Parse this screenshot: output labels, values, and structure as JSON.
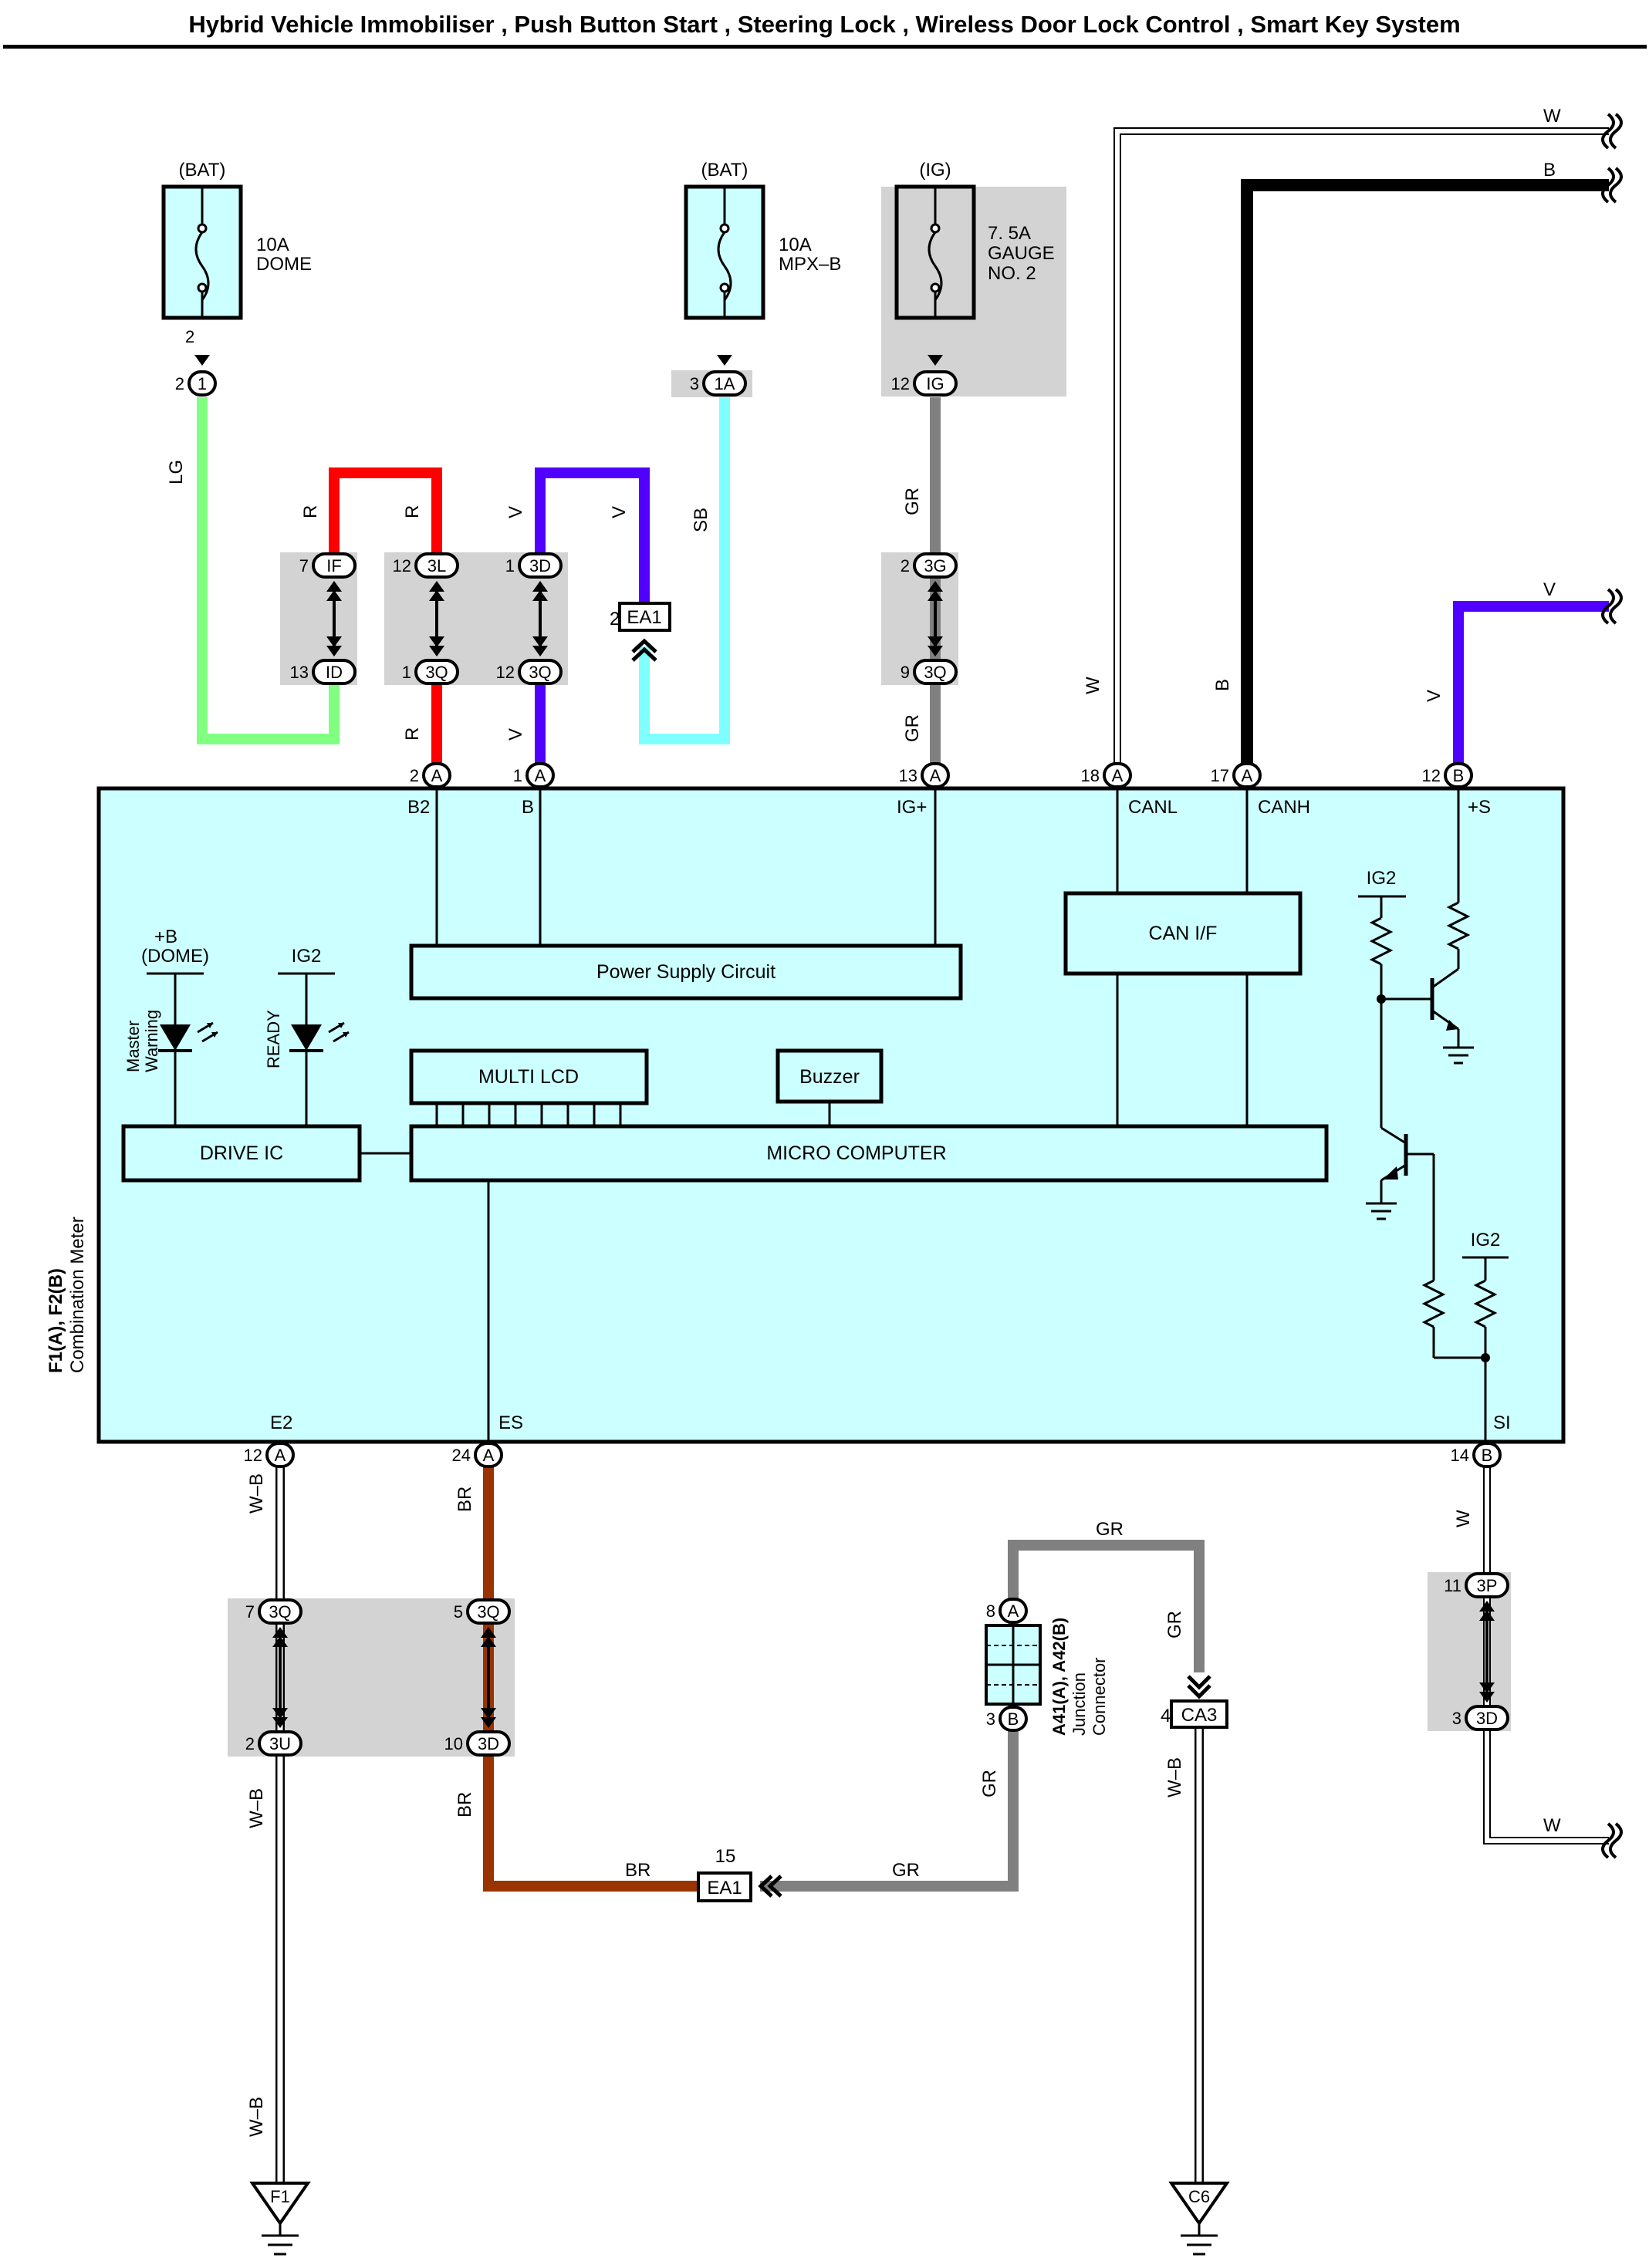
{
  "title": "Hybrid Vehicle Immobiliser , Push Button Start , Steering Lock , Wireless Door Lock Control , Smart Key System",
  "colors": {
    "meter_fill": "#ccffff",
    "shade": "#d3d3d3",
    "LG": "#80ff80",
    "R": "#ff0000",
    "V": "#5000ff",
    "SB": "#80ffff",
    "GR": "#808080",
    "BR": "#993300",
    "B": "#000000",
    "W": "#ffffff"
  },
  "fuses": [
    {
      "supply": "(BAT)",
      "line1": "10A",
      "line2": "DOME",
      "line3": ""
    },
    {
      "supply": "(BAT)",
      "line1": "10A",
      "line2": "MPX–B",
      "line3": ""
    },
    {
      "supply": "(IG)",
      "line1": "7. 5A",
      "line2": "GAUGE",
      "line3": "NO. 2"
    }
  ],
  "connectors": {
    "c1": {
      "pin": "2",
      "name": "1"
    },
    "c1a": {
      "pin": "3",
      "name": "1A"
    },
    "cig": {
      "pin": "12",
      "name": "IG"
    },
    "c1f": {
      "pin": "7",
      "name": "IF"
    },
    "c1d": {
      "pin": "13",
      "name": "ID"
    },
    "c3l": {
      "pin": "12",
      "name": "3L"
    },
    "c3q1": {
      "pin": "1",
      "name": "3Q"
    },
    "c3d": {
      "pin": "1",
      "name": "3D"
    },
    "c3q12": {
      "pin": "12",
      "name": "3Q"
    },
    "cea1top": {
      "pin": "2",
      "name": "EA1"
    },
    "c3g": {
      "pin": "2",
      "name": "3G"
    },
    "c3q9": {
      "pin": "9",
      "name": "3Q"
    },
    "mA2": {
      "pin": "2",
      "name": "A"
    },
    "mA1": {
      "pin": "1",
      "name": "A"
    },
    "mA13": {
      "pin": "13",
      "name": "A"
    },
    "mA18": {
      "pin": "18",
      "name": "A"
    },
    "mA17": {
      "pin": "17",
      "name": "A"
    },
    "mB12": {
      "pin": "12",
      "name": "B"
    },
    "mA12": {
      "pin": "12",
      "name": "A"
    },
    "mA24": {
      "pin": "24",
      "name": "A"
    },
    "mB14": {
      "pin": "14",
      "name": "B"
    },
    "c3q7": {
      "pin": "7",
      "name": "3Q"
    },
    "c3u": {
      "pin": "2",
      "name": "3U"
    },
    "c3q5": {
      "pin": "5",
      "name": "3Q"
    },
    "c3d10": {
      "pin": "10",
      "name": "3D"
    },
    "c3p": {
      "pin": "11",
      "name": "3P"
    },
    "c3d3": {
      "pin": "3",
      "name": "3D"
    },
    "cea1bot": {
      "pin": "15",
      "name": "EA1"
    },
    "ja8": {
      "pin": "8",
      "name": "A"
    },
    "jb3": {
      "pin": "3",
      "name": "B"
    },
    "cca3": {
      "pin": "4",
      "name": "CA3"
    }
  },
  "wire_labels": {
    "lg": "LG",
    "r": "R",
    "v": "V",
    "sb": "SB",
    "gr": "GR",
    "w": "W",
    "b": "B",
    "wb": "W–B",
    "br": "BR"
  },
  "meter": {
    "name_line1": "F1(A), F2(B)",
    "name_line2": "Combination Meter",
    "pins_top": [
      "B2",
      "B",
      "IG+",
      "CANL",
      "CANH",
      "+S"
    ],
    "pins_bottom": [
      "E2",
      "ES",
      "SI"
    ],
    "power_supply": "Power Supply Circuit",
    "can_if": "CAN I/F",
    "multi_lcd": "MULTI LCD",
    "buzzer": "Buzzer",
    "drive_ic": "DRIVE IC",
    "micro_computer": "MICRO COMPUTER",
    "plus_b": "+B",
    "dome": "(DOME)",
    "ig2": "IG2",
    "master_line1": "Master",
    "master_line2": "Warning",
    "ready": "READY"
  },
  "junction": {
    "line1": "A41(A), A42(B)",
    "line2": "Junction",
    "line3": "Connector"
  },
  "grounds": [
    "F1",
    "C6"
  ]
}
